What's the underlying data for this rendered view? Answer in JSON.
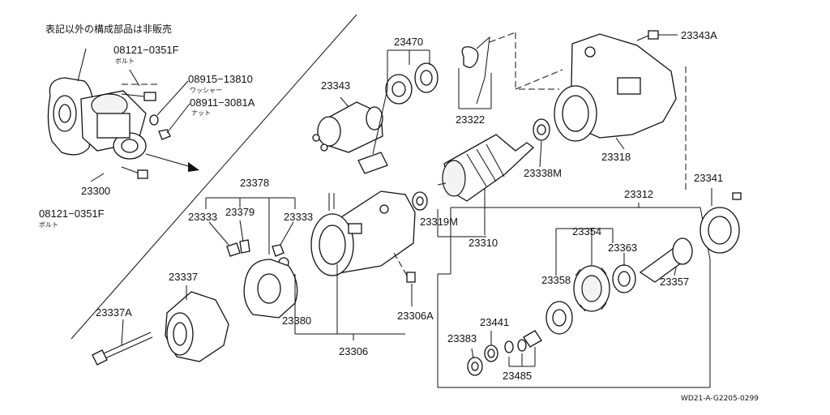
{
  "note_jp": "表記以外の構成部品は非販売",
  "ref_code": "WD21-A-G2205-0299",
  "labels": {
    "p08121a": "08121−0351F",
    "p08121a_sub": "ボルト",
    "p08915": "08915−13810",
    "p08915_sub": "ワッシャー",
    "p08911": "08911−3081A",
    "p08911_sub": "ナット",
    "p23300": "23300",
    "p08121b": "08121−0351F",
    "p08121b_sub": "ボルト",
    "p23343": "23343",
    "p23470": "23470",
    "p23322": "23322",
    "p23343A": "23343A",
    "p23318": "23318",
    "p23338M": "23338M",
    "p23341": "23341",
    "p23378": "23378",
    "p23333a": "23333",
    "p23379": "23379",
    "p23333b": "23333",
    "p23319M": "23319M",
    "p23310": "23310",
    "p23312": "23312",
    "p23354": "23354",
    "p23363": "23363",
    "p23337": "23337",
    "p23380": "23380",
    "p23306A": "23306A",
    "p23358": "23358",
    "p23357": "23357",
    "p23337A": "23337A",
    "p23441": "23441",
    "p23383": "23383",
    "p23306": "23306",
    "p23485": "23485"
  }
}
